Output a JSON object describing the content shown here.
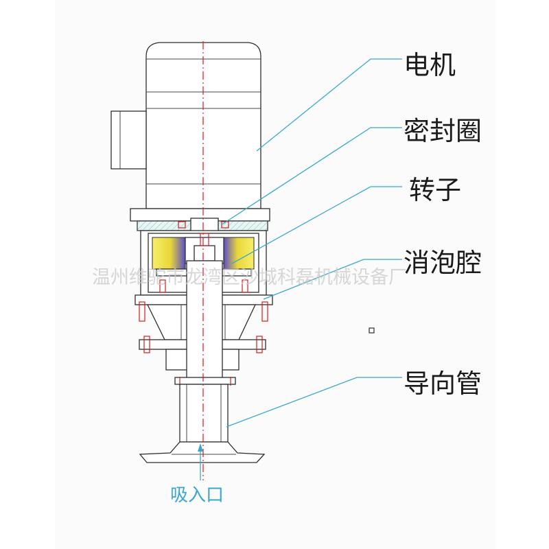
{
  "labels": {
    "motor": "电机",
    "seal": "密封圈",
    "rotor": "转子",
    "defoam_chamber": "消泡腔",
    "guide_tube": "导向管",
    "inlet": "吸入口"
  },
  "watermark": "温州维驼市龙湾区沙城科磊机械设备厂",
  "colors": {
    "leader": "#3aa7c9",
    "axis": "#d81b1b",
    "rotor_magnet": "#f3e44a",
    "rotor_core": "#6a5acd",
    "flange_fill": "#d9f0ef"
  }
}
